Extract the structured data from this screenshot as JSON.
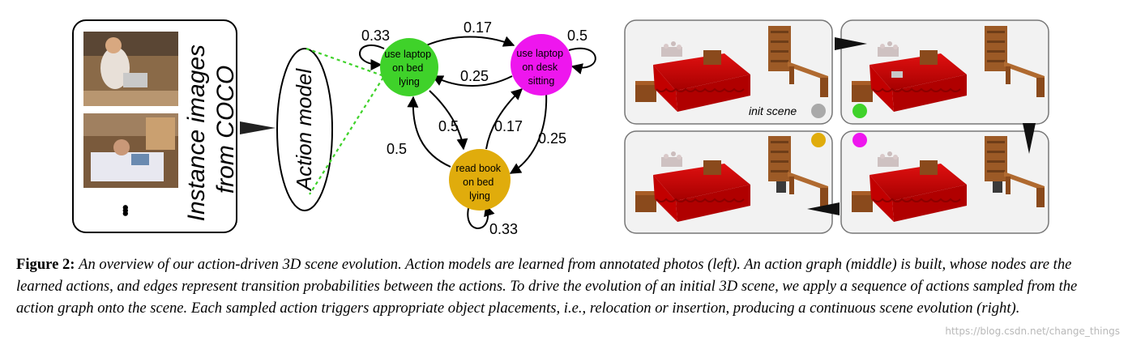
{
  "left_panel": {
    "label_line1": "Instance images",
    "label_line2": "from COCO",
    "ellipsis": "•••"
  },
  "action_model": {
    "label": "Action model"
  },
  "action_graph": {
    "nodes": [
      {
        "id": "laptop-bed",
        "lines": [
          "use laptop",
          "on bed",
          "lying"
        ],
        "color": "#3fd22a"
      },
      {
        "id": "laptop-desk",
        "lines": [
          "use laptop",
          "on desk",
          "sitting"
        ],
        "color": "#ee16ee"
      },
      {
        "id": "read-book",
        "lines": [
          "read book",
          "on bed",
          "lying"
        ],
        "color": "#e0ac0c"
      }
    ],
    "edges": [
      {
        "from": "laptop-bed",
        "to": "laptop-bed",
        "label": "0.33"
      },
      {
        "from": "laptop-desk",
        "to": "laptop-desk",
        "label": "0.5"
      },
      {
        "from": "read-book",
        "to": "read-book",
        "label": "0.33"
      },
      {
        "from": "laptop-bed",
        "to": "laptop-desk",
        "label": "0.17"
      },
      {
        "from": "laptop-desk",
        "to": "laptop-bed",
        "label": "0.25"
      },
      {
        "from": "laptop-bed",
        "to": "read-book",
        "label": "0.5"
      },
      {
        "from": "read-book",
        "to": "laptop-bed",
        "label": "0.5"
      },
      {
        "from": "read-book",
        "to": "laptop-desk",
        "label": "0.17"
      },
      {
        "from": "laptop-desk",
        "to": "read-book",
        "label": "0.25"
      }
    ]
  },
  "scenes": {
    "init_label": "init scene",
    "markers": {
      "init": "#a9a9a9",
      "step1": "#3fd22a",
      "step2": "#e0ac0c",
      "step3": "#ee16ee"
    }
  },
  "caption": {
    "label": "Figure 2:",
    "text": "An overview of our action-driven 3D scene evolution. Action models are learned from annotated photos (left). An action graph (middle) is built, whose nodes are the learned actions, and edges represent transition probabilities between the actions. To drive the evolution of an initial 3D scene, we apply a sequence of actions sampled from the action graph onto the scene. Each sampled action triggers appropriate object placements, i.e., relocation or insertion, producing a continuous scene evolution (right)."
  },
  "watermark": "https://blog.csdn.net/change_things"
}
